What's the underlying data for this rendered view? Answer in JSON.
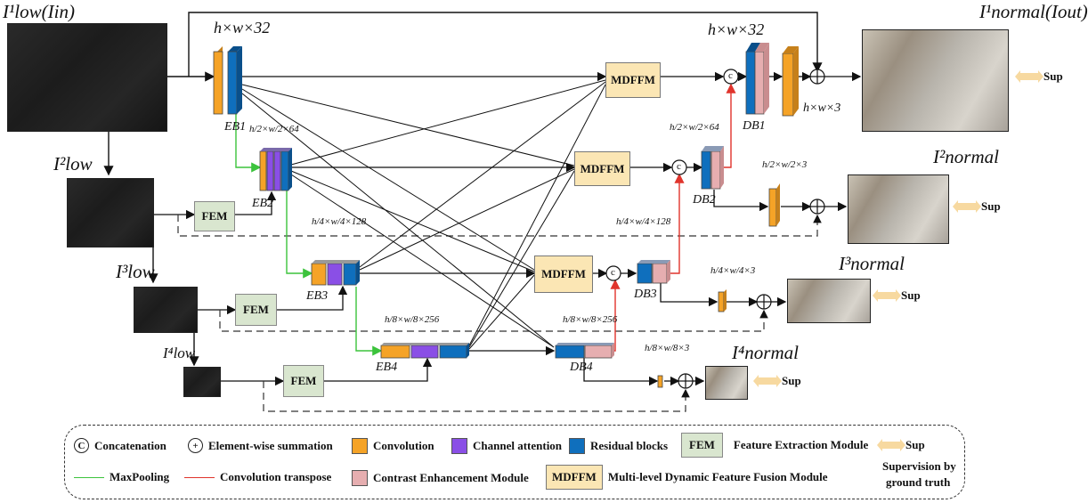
{
  "colors": {
    "convolution": "#f5a327",
    "channel_attention": "#8a4fe6",
    "residual": "#0f6fbd",
    "contrast": "#e6aeb0",
    "mdffm": "#fbe6b4",
    "fem": "#d9e6cf",
    "maxpool_line": "#3cc33c",
    "convtrans_line": "#e0342c",
    "sup_arrow": "#f7d9a0"
  },
  "labels": {
    "input": "I¹low(Iin)",
    "i2low": "I²low",
    "i3low": "I³low",
    "i4low": "I⁴low",
    "out1": "I¹normal(Iout)",
    "out2": "I²normal",
    "out3": "I³normal",
    "out4": "I⁴normal",
    "hw32_left": "h×w×32",
    "hw32_right": "h×w×32",
    "hw3": "h×w×3",
    "dim64_left": "h/2×w/2×64",
    "dim64_right": "h/2×w/2×64",
    "dim128_left": "h/4×w/4×128",
    "dim128_right": "h/4×w/4×128",
    "dim256_left": "h/8×w/8×256",
    "dim256_right": "h/8×w/8×256",
    "dim3_h2": "h/2×w/2×3",
    "dim3_h4": "h/4×w/4×3",
    "dim3_h8": "h/8×w/8×3",
    "eb1": "EB1",
    "eb2": "EB2",
    "eb3": "EB3",
    "eb4": "EB4",
    "db1": "DB1",
    "db2": "DB2",
    "db3": "DB3",
    "db4": "DB4",
    "mdffm": "MDFFM",
    "fem": "FEM",
    "sup": "Sup",
    "concat_symbol": "c"
  },
  "legend": {
    "concatenation": "Concatenation",
    "elementwise": "Element-wise summation",
    "convolution": "Convolution",
    "channel_attention": "Channel attention",
    "residual": "Residual blocks",
    "fem_label": "FEM",
    "fem_desc": "Feature Extraction Module",
    "sup_label": "Sup",
    "sup_desc_1": "Supervision by",
    "sup_desc_2": "ground truth",
    "maxpooling": "MaxPooling",
    "convtrans": "Convolution transpose",
    "contrast": "Contrast Enhancement Module",
    "mdffm_label": "MDFFM",
    "mdffm_desc": "Multi-level Dynamic Feature Fusion Module"
  }
}
